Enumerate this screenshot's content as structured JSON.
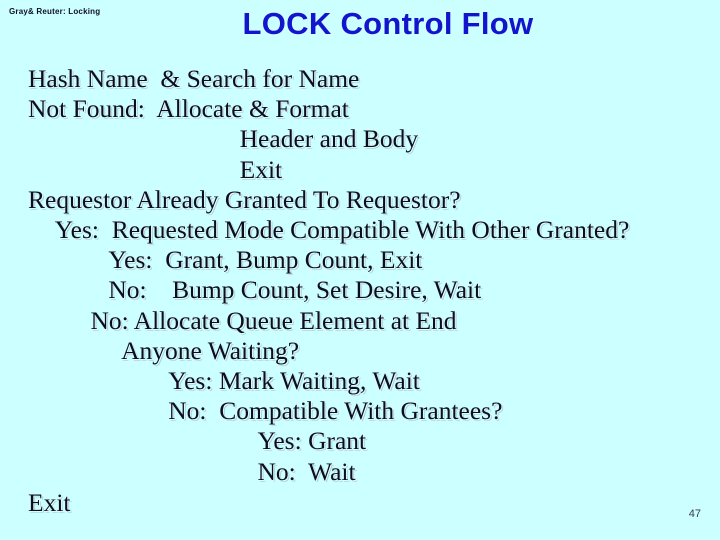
{
  "slide": {
    "background_color": "#ccffff",
    "running_header": "Gray& Reuter: Locking",
    "title": "LOCK Control Flow",
    "title_color": "#1414cc",
    "body_text_color": "#0d0d20",
    "page_number": "47"
  },
  "flow": {
    "lines": [
      {
        "indent": 0,
        "text": "Hash Name  & Search for Name"
      },
      {
        "indent": 0,
        "text": "Not Found:  Allocate & Format"
      },
      {
        "indent": 8,
        "text": "Header and Body"
      },
      {
        "indent": 8,
        "text": "Exit"
      },
      {
        "indent": 0,
        "text": "Requestor Already Granted To Requestor?"
      },
      {
        "indent": 1,
        "text": "Yes:  Requested Mode Compatible With Other Granted?"
      },
      {
        "indent": 3,
        "text": "Yes:  Grant, Bump Count, Exit"
      },
      {
        "indent": 3,
        "text": "No:    Bump Count, Set Desire, Wait"
      },
      {
        "indent": 2,
        "text": "No: Allocate Queue Element at End"
      },
      {
        "indent": 4,
        "text": "Anyone Waiting?"
      },
      {
        "indent": 6,
        "text": "Yes: Mark Waiting, Wait"
      },
      {
        "indent": 6,
        "text": "No:  Compatible With Grantees?"
      },
      {
        "indent": 9,
        "text": "Yes: Grant"
      },
      {
        "indent": 9,
        "text": "No:  Wait"
      }
    ],
    "exit_label": "Exit"
  }
}
